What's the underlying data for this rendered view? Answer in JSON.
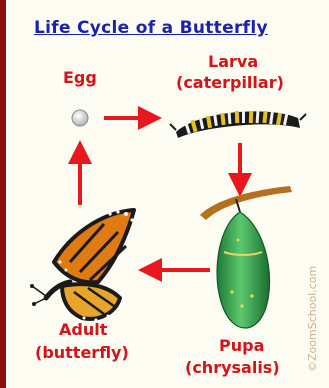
{
  "title": "Life Cycle of a Butterfly",
  "stages": {
    "egg": {
      "label": "Egg"
    },
    "larva": {
      "label": "Larva",
      "sublabel": "(caterpillar)"
    },
    "pupa": {
      "label": "Pupa",
      "sublabel": "(chrysalis)"
    },
    "adult": {
      "label": "Adult",
      "sublabel": "(butterfly)"
    }
  },
  "copyright": "©ZoomSchool.com",
  "colors": {
    "title": "#1c22b0",
    "labels": "#d4131b",
    "arrows": "#e8161d",
    "border": "#8b0d0d",
    "chrysalis": "#2fa34a",
    "wing_orange": "#e07a12"
  },
  "icons": [
    "egg-icon",
    "caterpillar-icon",
    "chrysalis-icon",
    "butterfly-icon",
    "arrow-icon"
  ]
}
